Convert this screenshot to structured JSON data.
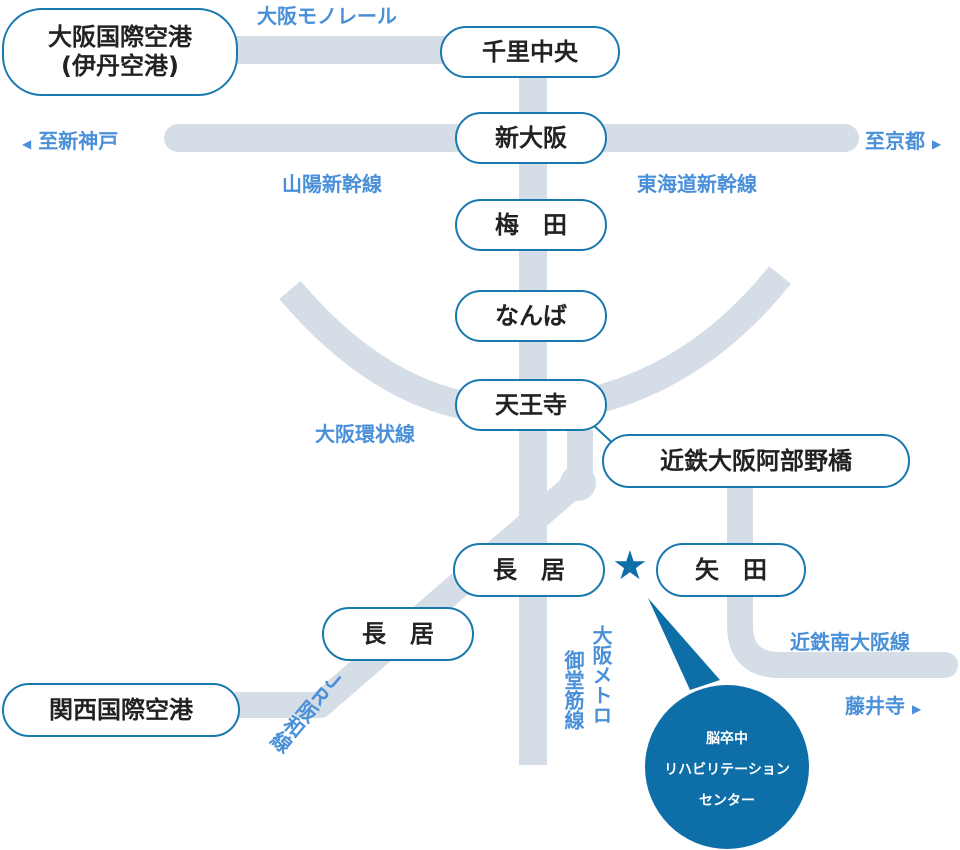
{
  "colors": {
    "track": "#d5dde6",
    "station_border": "#1a78b0",
    "label_blue": "#4a90d9",
    "destination": "#0e6fa8",
    "star": "#0e6fa8"
  },
  "stations": {
    "itami": "大阪国際空港\n(伊丹空港)",
    "senri_chuo": "千里中央",
    "shin_osaka": "新大阪",
    "umeda": "梅　田",
    "namba": "なんば",
    "tennoji": "天王寺",
    "abenobashi": "近鉄大阪阿部野橋",
    "nagai_metro": "長　居",
    "yata": "矢　田",
    "nagai_jr": "長　居",
    "kansai_airport": "関西国際空港"
  },
  "lines": {
    "monorail": "大阪モノレール",
    "sanyo_shinkansen": "山陽新幹線",
    "tokaido_shinkansen": "東海道新幹線",
    "loop_line": "大阪環状線",
    "kintetsu_minami_osaka": "近鉄南大阪線",
    "midosuji_line_1": "大阪メトロ",
    "midosuji_line_2": "御堂筋線",
    "jr_hanwa": "ＪＲ阪和線"
  },
  "directions": {
    "to_shin_kobe": "至新神戸",
    "to_kyoto": "至京都",
    "fujiidera": "藤井寺"
  },
  "icons": {
    "left_arrow": "◀",
    "right_arrow": "▶",
    "star": "★"
  },
  "destination": {
    "line1": "脳卒中",
    "line2": "リハビリテーションセンター",
    "line2a": "リハビリテーション",
    "line3": "センター"
  }
}
